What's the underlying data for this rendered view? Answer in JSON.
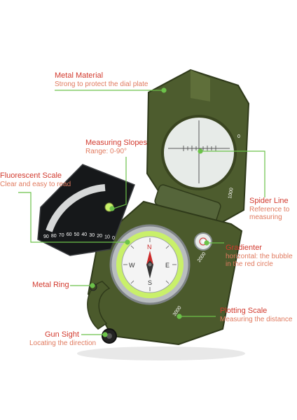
{
  "callouts": {
    "metal_material": {
      "title": "Metal Material",
      "desc": "Strong to protect the dial plate"
    },
    "measuring_slopes": {
      "title": "Measuring Slopes",
      "desc": "Range: 0-90°"
    },
    "fluorescent_scale": {
      "title": "Fluorescent Scale",
      "desc": "Clear and easy to read"
    },
    "spider_line": {
      "title": "Spider Line",
      "desc": "Reference to",
      "desc2": "measuring"
    },
    "gradienter": {
      "title": "Gradienter",
      "desc": "horizontal: the bubble",
      "desc2": "in the red circle"
    },
    "metal_ring": {
      "title": "Metal Ring"
    },
    "plotting_scale": {
      "title": "Plotting Scale",
      "desc": "Measuring the distance"
    },
    "gun_sight": {
      "title": "Gun Sight",
      "desc": "Locating the direction"
    }
  },
  "lid_scale": {
    "label_0": "0",
    "label_1000": "1000"
  },
  "base_scale": {
    "label_2000": "2000",
    "label_3000": "3000"
  },
  "clinometer_ticks": [
    "90",
    "80",
    "70",
    "60",
    "50",
    "40",
    "30",
    "20",
    "10",
    "0"
  ],
  "dial_letters": {
    "north": "N",
    "east": "E",
    "south": "S",
    "west": "W"
  },
  "colors": {
    "callout_line": "#6cc24a",
    "title": "#d23a2e",
    "desc": "#e07a5f",
    "body_green": "#4b5a2c",
    "lume": "#c9f06a"
  }
}
